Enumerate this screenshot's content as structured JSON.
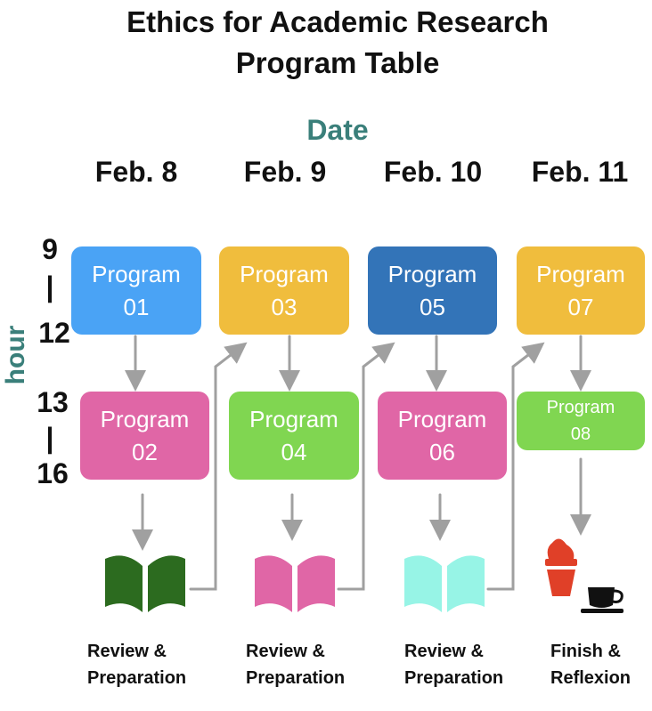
{
  "title": {
    "line1": "Ethics for Academic Research",
    "line2": "Program Table"
  },
  "date_label": "Date",
  "hour_label": "hour",
  "dates": [
    "Feb. 8",
    "Feb. 9",
    "Feb. 10",
    "Feb. 11"
  ],
  "hours": {
    "morning_start": "9",
    "morning_sep": "|",
    "morning_end": "12",
    "afternoon_start": "13",
    "afternoon_sep": "|",
    "afternoon_end": "16"
  },
  "programs": [
    {
      "line1": "Program",
      "line2": "01",
      "color": "#4aa3f5"
    },
    {
      "line1": "Program",
      "line2": "02",
      "color": "#e066a6"
    },
    {
      "line1": "Program",
      "line2": "03",
      "color": "#f0bd3d"
    },
    {
      "line1": "Program",
      "line2": "04",
      "color": "#80d651"
    },
    {
      "line1": "Program",
      "line2": "05",
      "color": "#3374b8"
    },
    {
      "line1": "Program",
      "line2": "06",
      "color": "#e066a6"
    },
    {
      "line1": "Program",
      "line2": "07",
      "color": "#f0bd3d"
    },
    {
      "line1": "Program",
      "line2": "08",
      "color": "#80d651"
    }
  ],
  "colors": {
    "teal_label": "#3a7f7a",
    "arrow": "#a0a0a0",
    "book1": "#2c6b1f",
    "book2": "#e066a6",
    "book3": "#97f4e6",
    "ice_cream": "#e04028",
    "coffee": "#111111"
  },
  "icons": [
    "open-book-icon",
    "open-book-icon",
    "open-book-icon",
    "ice-cream-icon",
    "coffee-cup-icon"
  ],
  "captions": [
    {
      "line1": "Review &",
      "line2": "Preparation"
    },
    {
      "line1": "Review &",
      "line2": "Preparation"
    },
    {
      "line1": "Review &",
      "line2": "Preparation"
    },
    {
      "line1": "Finish &",
      "line2": "Reflexion"
    }
  ]
}
